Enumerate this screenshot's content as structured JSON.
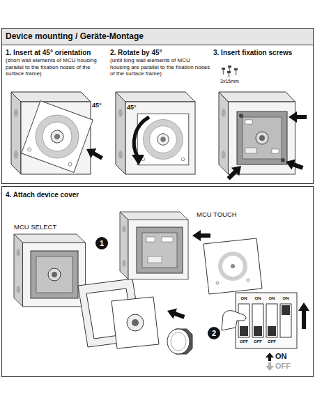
{
  "diagram": {
    "title": "Device mounting / Geräte-Montage",
    "nodes": [
      {
        "text": [
          "1. Insert at 45° orientation",
          "(short wall elements of MCU housing parallel to the fixation noses of the surface frame)"
        ]
      },
      {
        "text": [
          "2. Rotate by 45°",
          "(until long wall elements of MCU housing are parallel to the fixation noses of the surface frame)"
        ]
      },
      {
        "text": [
          "3. Insert fixation screws"
        ]
      },
      {
        "text": [
          "4. Attach device cover"
        ]
      },
      {
        "text": [
          "1"
        ],
        "in": 3
      },
      {
        "text": [
          "2"
        ],
        "in": 3
      }
    ],
    "labels": [
      "45°",
      "45°",
      "3x15mm",
      "MCU SELECT",
      "MCU TOUCH",
      "ON",
      "ON",
      "ON",
      "ON",
      "OFF",
      "OFF",
      "OFF",
      "ON",
      "OFF"
    ]
  }
}
